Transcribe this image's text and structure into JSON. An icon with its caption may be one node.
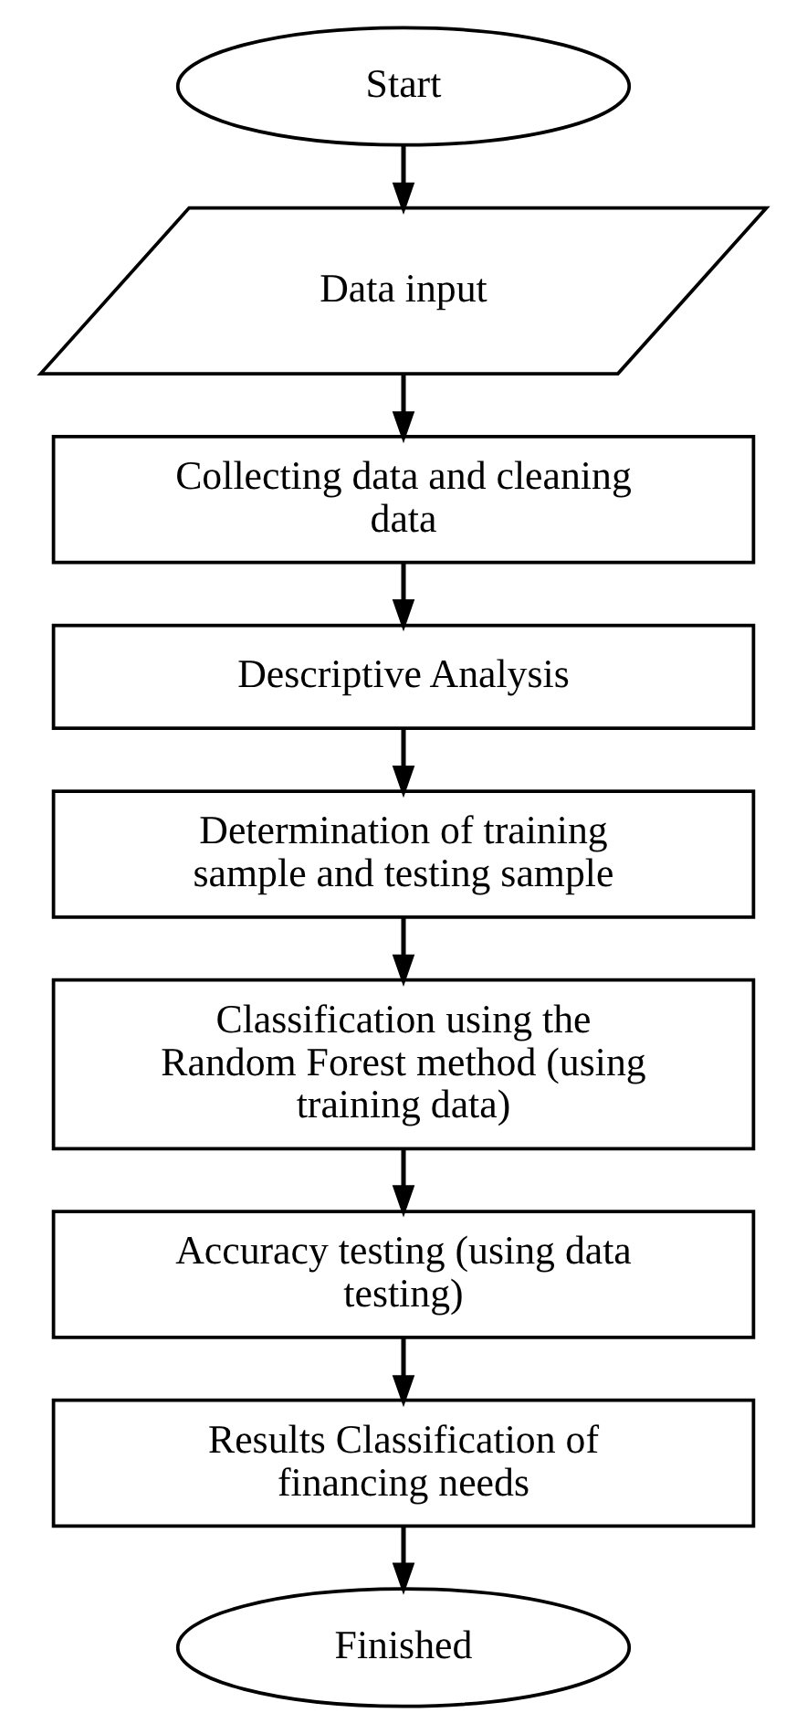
{
  "diagram": {
    "nodes": [
      {
        "text": [
          "Start"
        ]
      },
      {
        "text": [
          "Data input"
        ]
      },
      {
        "text": [
          "Collecting data and cleaning data"
        ]
      },
      {
        "text": [
          "Descriptive Analysis"
        ]
      },
      {
        "text": [
          "Determination of training sample and testing sample"
        ]
      },
      {
        "text": [
          "Classification using the Random Forest method (using training data)"
        ]
      },
      {
        "text": [
          "Accuracy testing (using data testing)"
        ]
      },
      {
        "text": [
          "Results Classification of financing needs"
        ]
      },
      {
        "text": [
          "Finished"
        ]
      }
    ],
    "edges": [
      {
        "from": 0,
        "to": 1,
        "arrow": "to"
      },
      {
        "from": 1,
        "to": 2,
        "arrow": "to"
      },
      {
        "from": 2,
        "to": 3,
        "arrow": "to"
      },
      {
        "from": 3,
        "to": 4,
        "arrow": "to"
      },
      {
        "from": 4,
        "to": 5,
        "arrow": "to"
      },
      {
        "from": 5,
        "to": 6,
        "arrow": "to"
      },
      {
        "from": 6,
        "to": 7,
        "arrow": "to"
      },
      {
        "from": 7,
        "to": 8,
        "arrow": "to"
      }
    ]
  }
}
